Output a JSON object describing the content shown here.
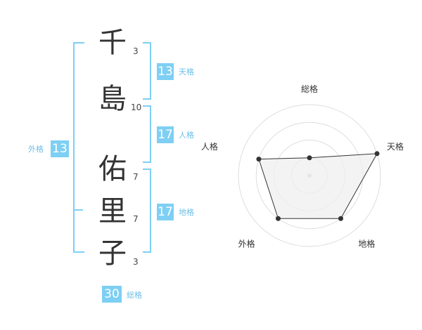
{
  "name": {
    "characters": [
      {
        "char": "千",
        "strokes": "3"
      },
      {
        "char": "島",
        "strokes": "10"
      },
      {
        "char": "佑",
        "strokes": "7"
      },
      {
        "char": "里",
        "strokes": "7"
      },
      {
        "char": "子",
        "strokes": "3"
      }
    ]
  },
  "fortunes": {
    "tenkaku": {
      "value": "13",
      "label": "天格"
    },
    "jinkaku": {
      "value": "17",
      "label": "人格"
    },
    "chikaku": {
      "value": "17",
      "label": "地格"
    },
    "gaikaku": {
      "value": "13",
      "label": "外格"
    },
    "soukaku": {
      "value": "30",
      "label": "総格"
    }
  },
  "chart_data": {
    "type": "radar",
    "axes": [
      "総格",
      "天格",
      "地格",
      "外格",
      "人格"
    ],
    "values": [
      1,
      4,
      3,
      3,
      3
    ],
    "max": 4,
    "rings": 4
  },
  "colors": {
    "accent": "#7ecff4",
    "radar_fill": "#efefef",
    "radar_line": "#333333"
  }
}
